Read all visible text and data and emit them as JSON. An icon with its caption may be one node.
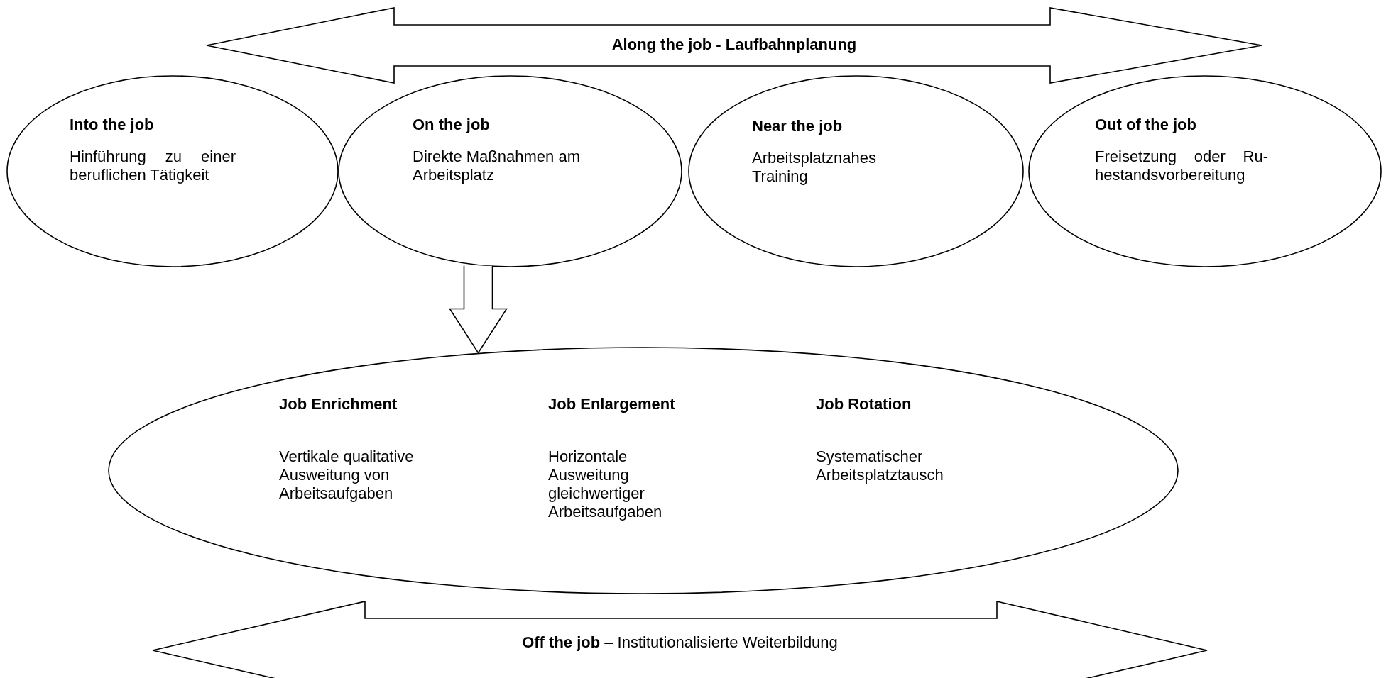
{
  "diagram": {
    "nodes": [
      {
        "text": [
          "Along the job - Laufbahnplanung"
        ]
      },
      {
        "text": [
          "Into the job",
          "Hinführung zu einer beruflichen Tätigkeit"
        ]
      },
      {
        "text": [
          "On the job",
          "Direkte Maßnahmen am Arbeitsplatz"
        ]
      },
      {
        "text": [
          "Near the job",
          "Arbeitsplatznahes Training"
        ]
      },
      {
        "text": [
          "Out of the job",
          "Freisetzung oder Ru- hestandsvorbereitung"
        ]
      },
      {
        "text": [
          "Job Enrichment",
          "Vertikale qualitative Ausweitung von Arbeitsaufgaben",
          "Job Enlargement",
          "Horizontale Ausweitung gleichwertiger Arbeitsaufgaben",
          "Job Rotation",
          "Systematischer Arbeitsplatztausch"
        ]
      },
      {
        "text": [
          "**Off the job** – Institutionalisierte Weiterbildung"
        ]
      }
    ],
    "edges": [
      {
        "from": 2,
        "to": 5,
        "arrow": "to"
      }
    ]
  }
}
